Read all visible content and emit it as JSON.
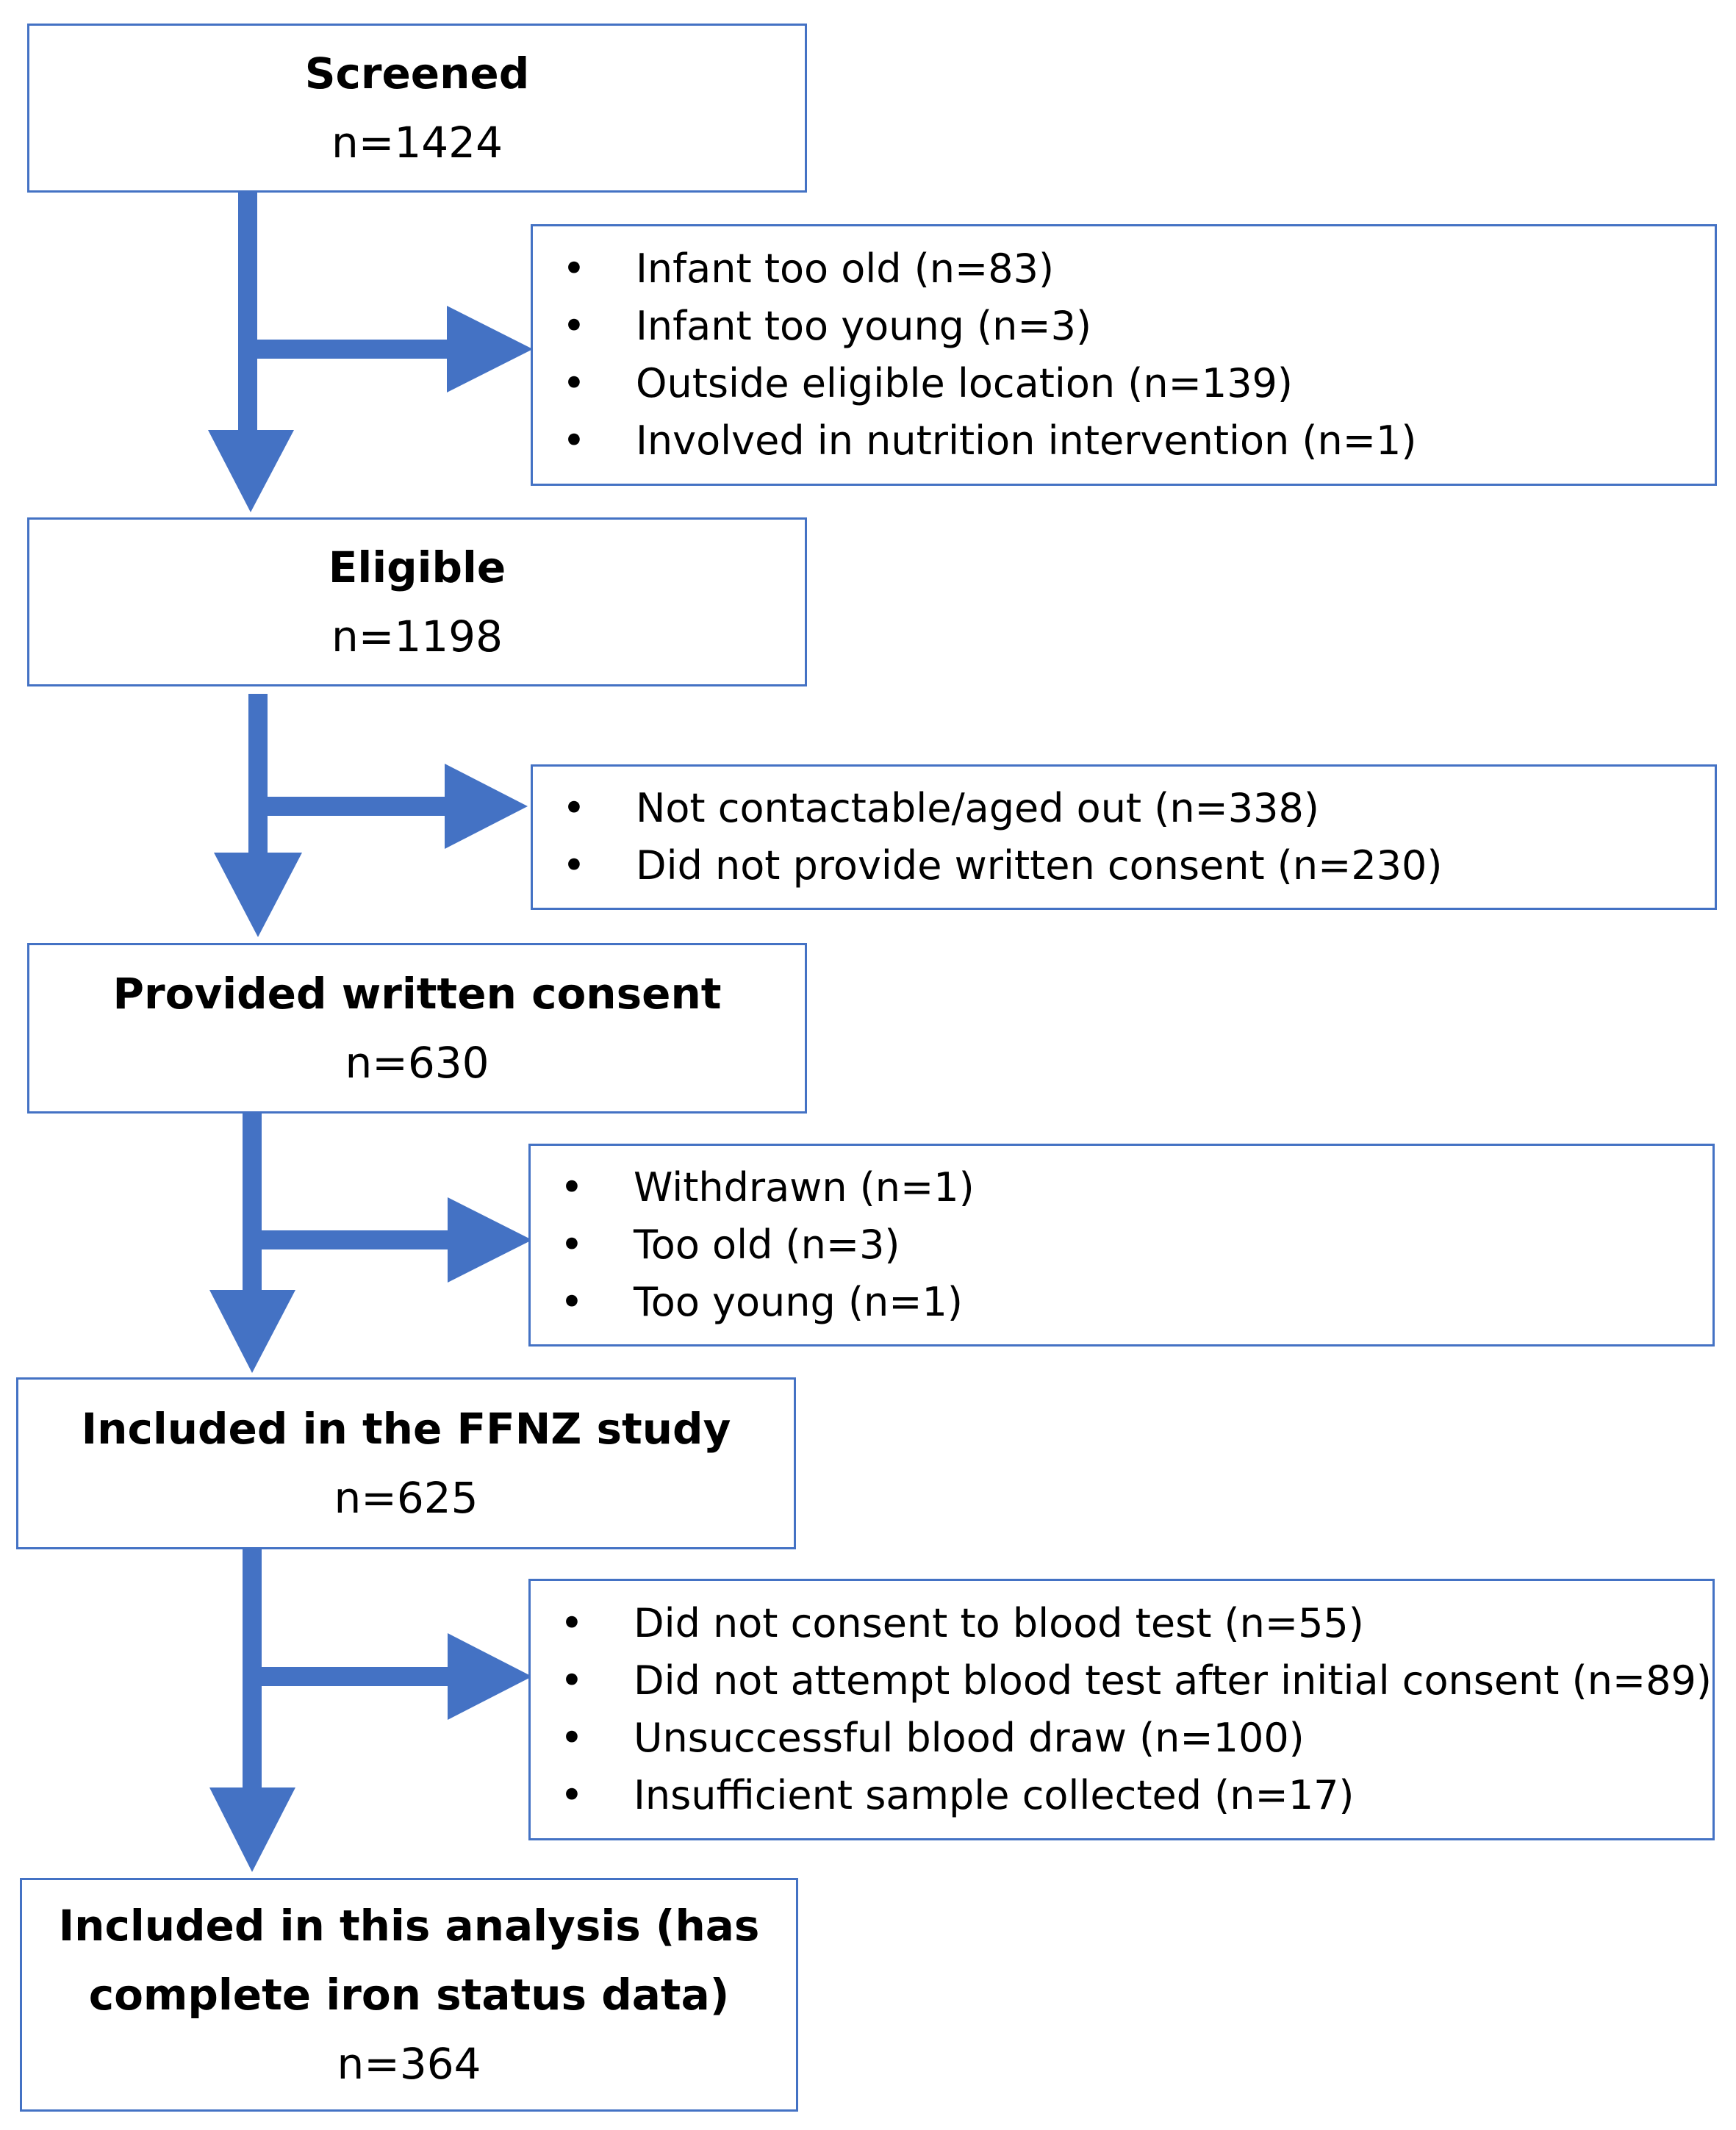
{
  "stages": [
    {
      "title": "Screened",
      "count": "n=1424"
    },
    {
      "title": "Eligible",
      "count": "n=1198"
    },
    {
      "title": "Provided written consent",
      "count": "n=630"
    },
    {
      "title": "Included in the FFNZ study",
      "count": "n=625"
    },
    {
      "title_line1": "Included in this analysis (has",
      "title_line2": "complete iron status data)",
      "count": "n=364"
    }
  ],
  "exclusions": [
    {
      "items": [
        "Infant too old (n=83)",
        "Infant too young (n=3)",
        "Outside eligible location (n=139)",
        "Involved in nutrition intervention (n=1)"
      ]
    },
    {
      "items": [
        "Not contactable/aged out (n=338)",
        "Did not provide written consent (n=230)"
      ]
    },
    {
      "items": [
        "Withdrawn (n=1)",
        "Too old (n=3)",
        "Too young (n=1)"
      ]
    },
    {
      "items": [
        "Did not consent to blood test (n=55)",
        "Did not attempt blood test after initial consent (n=89)",
        "Unsuccessful blood draw (n=100)",
        "Insufficient sample collected (n=17)"
      ]
    }
  ],
  "colors": {
    "accent": "#4472c4"
  }
}
